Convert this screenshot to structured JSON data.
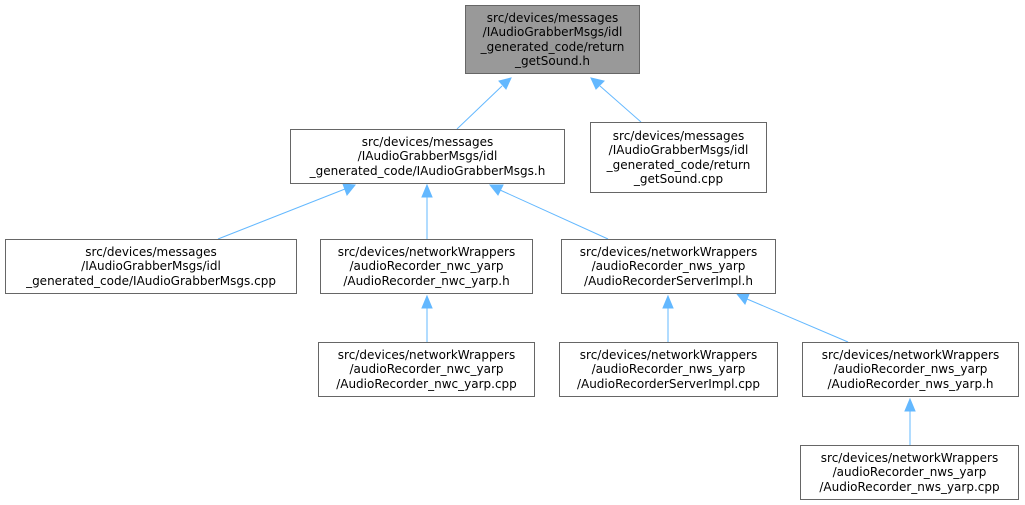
{
  "colors": {
    "edge": "#63B8FF",
    "root_fill": "#999999",
    "node_border": "#666666",
    "node_fill": "#ffffff"
  },
  "nodes": {
    "root": {
      "lines": [
        "src/devices/messages",
        "/IAudioGrabberMsgs/idl",
        "_generated_code/return",
        "_getSound.h"
      ]
    },
    "iagm_h": {
      "lines": [
        "src/devices/messages",
        "/IAudioGrabberMsgs/idl",
        "_generated_code/IAudioGrabberMsgs.h"
      ]
    },
    "return_cpp": {
      "lines": [
        "src/devices/messages",
        "/IAudioGrabberMsgs/idl",
        "_generated_code/return",
        "_getSound.cpp"
      ]
    },
    "iagm_cpp": {
      "lines": [
        "src/devices/messages",
        "/IAudioGrabberMsgs/idl",
        "_generated_code/IAudioGrabberMsgs.cpp"
      ]
    },
    "nwc_h": {
      "lines": [
        "src/devices/networkWrappers",
        "/audioRecorder_nwc_yarp",
        "/AudioRecorder_nwc_yarp.h"
      ]
    },
    "srvimpl_h": {
      "lines": [
        "src/devices/networkWrappers",
        "/audioRecorder_nws_yarp",
        "/AudioRecorderServerImpl.h"
      ]
    },
    "nwc_cpp": {
      "lines": [
        "src/devices/networkWrappers",
        "/audioRecorder_nwc_yarp",
        "/AudioRecorder_nwc_yarp.cpp"
      ]
    },
    "srvimpl_cpp": {
      "lines": [
        "src/devices/networkWrappers",
        "/audioRecorder_nws_yarp",
        "/AudioRecorderServerImpl.cpp"
      ]
    },
    "nws_h": {
      "lines": [
        "src/devices/networkWrappers",
        "/audioRecorder_nws_yarp",
        "/AudioRecorder_nws_yarp.h"
      ]
    },
    "nws_cpp": {
      "lines": [
        "src/devices/networkWrappers",
        "/audioRecorder_nws_yarp",
        "/AudioRecorder_nws_yarp.cpp"
      ]
    }
  }
}
